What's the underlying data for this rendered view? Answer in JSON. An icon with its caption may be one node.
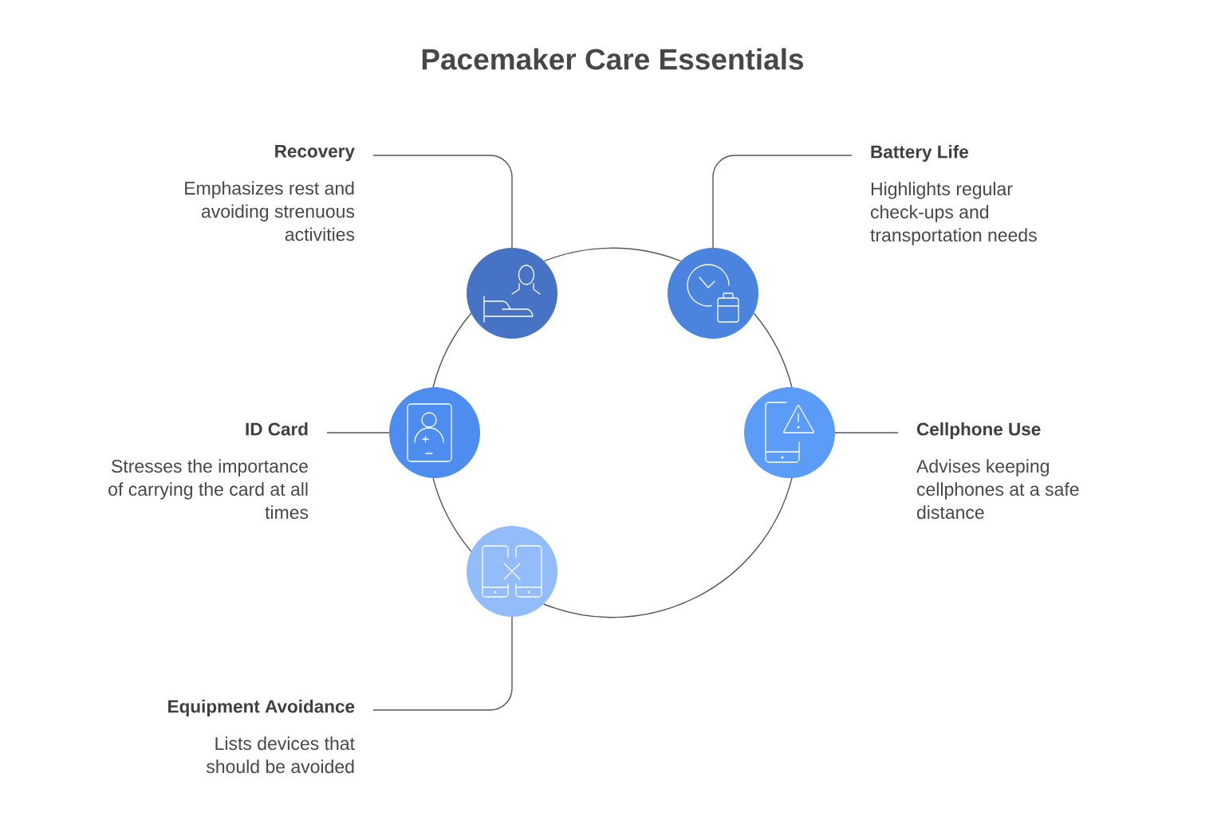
{
  "diagram": {
    "title": "Pacemaker Care Essentials",
    "nodes": [
      {
        "text": [
          "Recovery",
          "Emphasizes rest and avoiding strenuous activities"
        ]
      },
      {
        "text": [
          "Battery Life",
          "Highlights regular check-ups and transportation needs"
        ]
      },
      {
        "text": [],
        "shape": "circle"
      },
      {
        "text": [],
        "shape": "circle"
      },
      {
        "text": [
          "ID Card",
          "Stresses the importance of carrying the card at all times"
        ]
      },
      {
        "text": [],
        "shape": "circle"
      },
      {
        "text": [],
        "shape": "circle"
      },
      {
        "text": [
          "Cellphone Use",
          "Advises keeping cellphones at a safe distance"
        ]
      },
      {
        "text": [],
        "shape": "circle"
      },
      {
        "text": [
          "Equipment Avoidance",
          "Lists devices that should be avoided"
        ]
      }
    ],
    "edges": [
      {
        "from": 0,
        "to": 2,
        "arrow": "none"
      },
      {
        "from": 1,
        "to": 3,
        "arrow": "none"
      },
      {
        "from": 4,
        "to": 5,
        "arrow": "none"
      },
      {
        "from": 7,
        "to": 6,
        "arrow": "none"
      },
      {
        "from": 9,
        "to": 8,
        "arrow": "none"
      },
      {
        "from": 2,
        "to": 3,
        "arrow": "none"
      },
      {
        "from": 3,
        "to": 6,
        "arrow": "none"
      },
      {
        "from": 6,
        "to": 8,
        "arrow": "none"
      },
      {
        "from": 8,
        "to": 5,
        "arrow": "none"
      },
      {
        "from": 5,
        "to": 2,
        "arrow": "none"
      }
    ]
  }
}
